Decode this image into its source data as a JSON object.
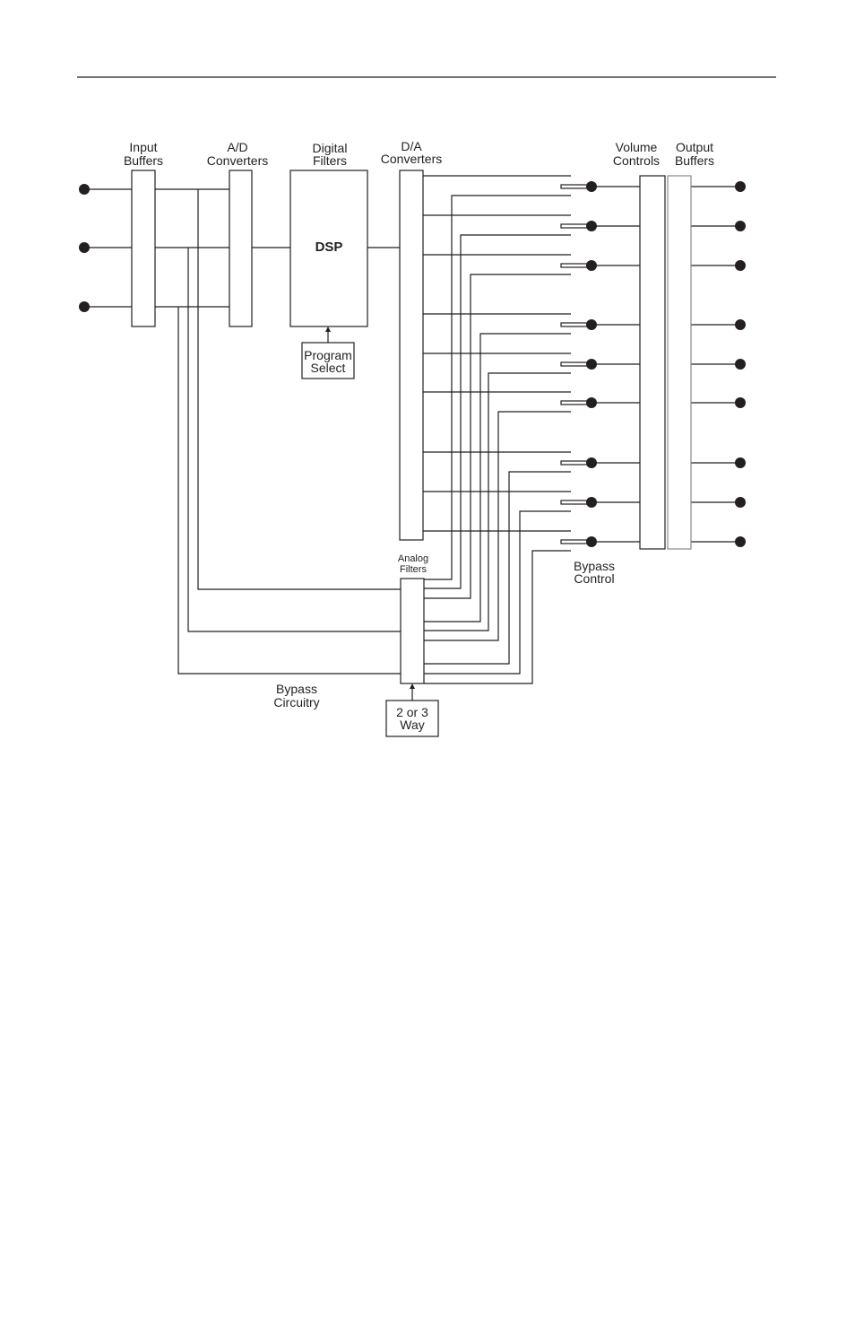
{
  "labels": {
    "input_buffers": [
      "Input",
      "Buffers"
    ],
    "ad_converters": [
      "A/D",
      "Converters"
    ],
    "digital_filters": [
      "Digital",
      "Filters"
    ],
    "da_converters": [
      "D/A",
      "Converters"
    ],
    "volume_controls": [
      "Volume",
      "Controls"
    ],
    "output_buffers": [
      "Output",
      "Buffers"
    ],
    "dsp": "DSP",
    "program_select": [
      "Program",
      "Select"
    ],
    "analog_filters": [
      "Analog",
      "Filters"
    ],
    "bypass_control": [
      "Bypass",
      "Control"
    ],
    "bypass_circuitry": [
      "Bypass",
      "Circuitry"
    ],
    "way_select": [
      "2 or 3",
      "Way"
    ]
  }
}
